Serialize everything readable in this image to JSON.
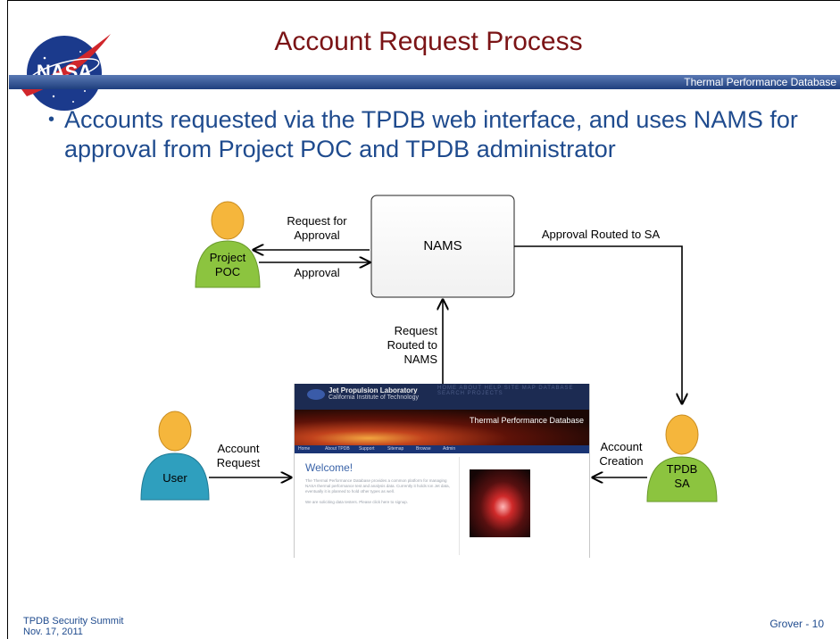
{
  "header": {
    "title": "Account Request Process",
    "subtitle_bar": "Thermal Performance Database",
    "logo_text": "NASA"
  },
  "bullet": {
    "text": "Accounts requested via the TPDB web interface, and uses NAMS for approval from Project POC and TPDB administrator"
  },
  "diagram": {
    "actors": {
      "project_poc": "Project POC",
      "user": "User",
      "tpdb_sa": "TPDB SA"
    },
    "nams_box": "NAMS",
    "labels": {
      "request_for_approval": "Request for Approval",
      "approval": "Approval",
      "approval_routed": "Approval Routed to SA",
      "request_routed": "Request Routed to NAMS",
      "account_request": "Account Request",
      "account_creation": "Account Creation"
    },
    "colors": {
      "head": "#f5b63c",
      "body_green": "#8cc43f",
      "body_teal": "#2f9fbe"
    }
  },
  "website": {
    "org": "Jet Propulsion Laboratory",
    "org_sub": "California Institute of Technology",
    "banner_title": "Thermal Performance Database",
    "top_links": "HOME  ABOUT  HELP  SITE MAP  DATABASE  SEARCH  PROJECTS",
    "menu": [
      "Home",
      "About TPDB",
      "Support",
      "Sitemap",
      "Browse",
      "Admin"
    ],
    "welcome": "Welcome!",
    "para1": "The Thermal Performance Database provides a common platform for managing NASA thermal performance test and analysis data. Currently it holds Ion Jet data, eventually it is planned to hold other types as well.",
    "para2": "We are soliciting data testers. Please click here to signup."
  },
  "footer": {
    "event": "TPDB Security Summit",
    "date": "Nov. 17, 2011",
    "page": "Grover - 10"
  }
}
